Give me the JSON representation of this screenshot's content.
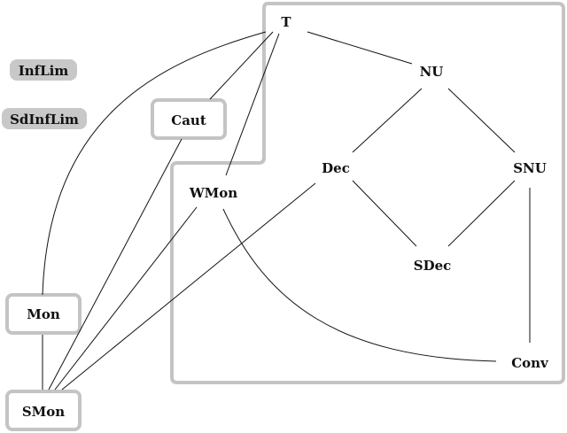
{
  "diagram": {
    "colors": {
      "frame": "#c4c4c4",
      "pill": "#c8c8c8",
      "edge": "#111111",
      "text": "#111111",
      "background": "#ffffff"
    },
    "nodes": {
      "T": "T",
      "NU": "NU",
      "Dec": "Dec",
      "SNU": "SNU",
      "WMon": "WMon",
      "SDec": "SDec",
      "Conv": "Conv",
      "InfLim": "InfLim",
      "SdInfLim": "SdInfLim",
      "Caut": "Caut",
      "Mon": "Mon",
      "SMon": "SMon"
    }
  }
}
